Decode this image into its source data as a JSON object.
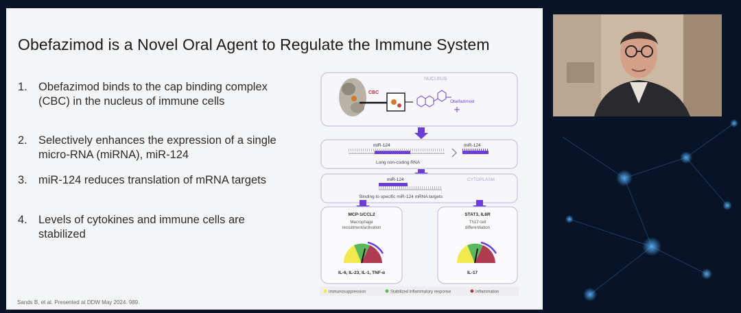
{
  "slide": {
    "title": "Obefazimod is a Novel Oral Agent to Regulate the Immune System",
    "points": [
      {
        "num": "1.",
        "text": "Obefazimod binds to the cap binding complex (CBC) in the nucleus of immune cells"
      },
      {
        "num": "2.",
        "text": "Selectively enhances the expression of a single micro-RNA (miRNA), miR-124"
      },
      {
        "num": "3.",
        "text": "miR-124 reduces translation of mRNA targets"
      },
      {
        "num": "4.",
        "text": "Levels of cytokines and immune cells are stabilized"
      }
    ],
    "citation": "Sands B, et al. Presented at DDW May 2024. 989."
  },
  "figure": {
    "nucleus_label": "NUCLEUS",
    "cbc_label": "CBC",
    "drug_label": "Obefazimod",
    "mir_label_left": "miR-124",
    "mir_label_right": "miR-124",
    "lncrna_label": "Long non-coding RNA",
    "cytoplasm_label": "CYTOPLASM",
    "mir_label_cyto": "miR-124",
    "binding_label": "Binding to specific miR-124 mRNA targets",
    "left_box": {
      "title": "MCP-1/CCL2",
      "sub1": "Macrophage",
      "sub2": "recruitment/activation",
      "cytokines": "IL-6, IL-23, IL-1, TNF-α"
    },
    "right_box": {
      "title": "STAT3, IL6R",
      "sub1": "Th17 cell",
      "sub2": "differentiation",
      "cytokines": "IL-17"
    },
    "legend": [
      "Immunosuppression",
      "Stabilized inflammatory response",
      "Inflammation"
    ],
    "colors": {
      "immunosuppression": "#f2e94e",
      "stabilized": "#5cb85c",
      "inflammation": "#b03a50",
      "arrow": "#6b3fd6",
      "lavender": "#8a7fd0"
    }
  },
  "webcam": {
    "label": "presenter-video"
  }
}
